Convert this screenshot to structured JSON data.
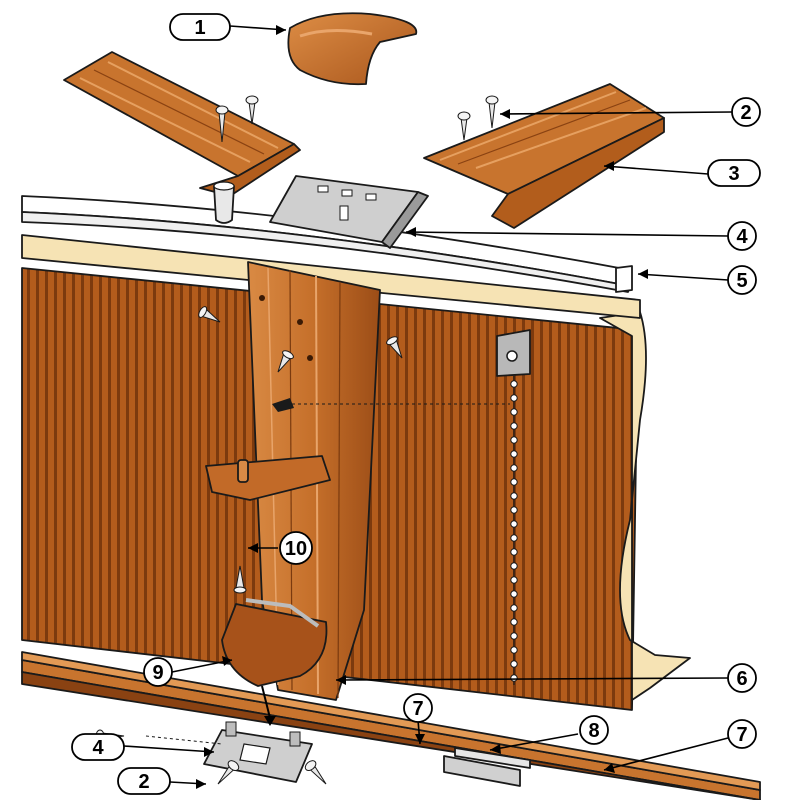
{
  "diagram": {
    "callouts": [
      {
        "id": "c1",
        "label": "1",
        "shape": "pill",
        "part": "post-cap"
      },
      {
        "id": "c2a",
        "label": "2",
        "shape": "circle",
        "part": "screw"
      },
      {
        "id": "c3",
        "label": "3",
        "shape": "pill",
        "part": "top-rail-cover"
      },
      {
        "id": "c4a",
        "label": "4",
        "shape": "circle",
        "part": "connector-plate"
      },
      {
        "id": "c5",
        "label": "5",
        "shape": "circle",
        "part": "top-rail"
      },
      {
        "id": "c6",
        "label": "6",
        "shape": "circle",
        "part": "upright-post"
      },
      {
        "id": "c7a",
        "label": "7",
        "shape": "circle",
        "part": "bottom-rail"
      },
      {
        "id": "c7b",
        "label": "7",
        "shape": "circle",
        "part": "bottom-rail"
      },
      {
        "id": "c8",
        "label": "8",
        "shape": "circle",
        "part": "rail-joint-clip"
      },
      {
        "id": "c9",
        "label": "9",
        "shape": "circle",
        "part": "post-base-shoe"
      },
      {
        "id": "c10",
        "label": "10",
        "shape": "circle",
        "part": "post-screw"
      },
      {
        "id": "c4b",
        "label": "4",
        "shape": "pill",
        "part": "connector-plate"
      },
      {
        "id": "c2b",
        "label": "2",
        "shape": "pill",
        "part": "screw"
      }
    ],
    "colors": {
      "wood_light": "#c8742e",
      "wood_mid": "#b5611f",
      "wood_dark": "#8a4212",
      "wall_stripe": "#7a3a0f",
      "liner": "#f6e3b4",
      "metal": "#c8c8c8",
      "rail_white": "#ffffff"
    }
  }
}
